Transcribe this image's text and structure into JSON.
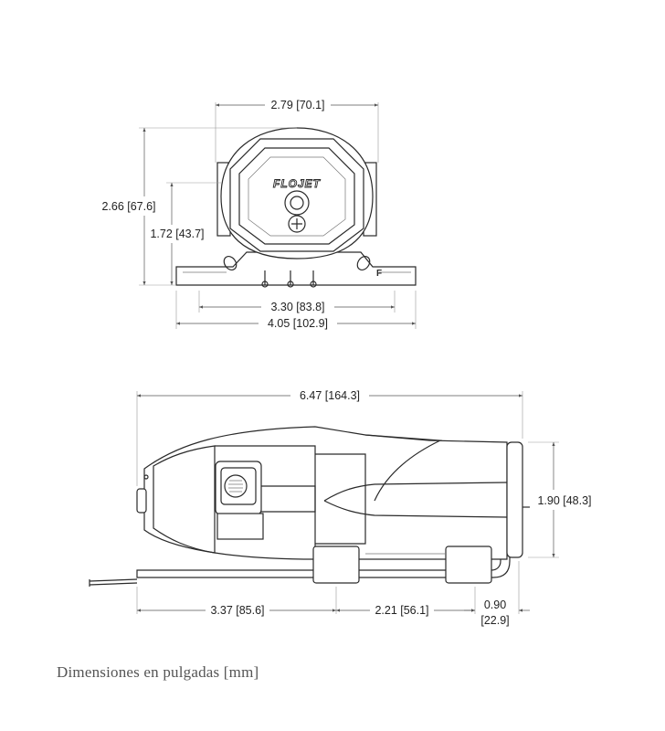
{
  "brand": {
    "logo": "FLOJET",
    "port_mark": "F"
  },
  "front_view": {
    "width": "2.79 [70.1]",
    "height_total": "2.66 [67.6]",
    "height_port": "1.72 [43.7]",
    "mount_hole_spacing": "3.30 [83.8]",
    "base_width": "4.05 [102.9]"
  },
  "side_view": {
    "length_total": "6.47 [164.3]",
    "height": "1.90 [48.3]",
    "offset_a": "3.37 [85.6]",
    "offset_b": "2.21 [56.1]",
    "offset_c_value": "0.90",
    "offset_c_mm": "[22.9]"
  },
  "caption": "Dimensiones en pulgadas [mm]"
}
